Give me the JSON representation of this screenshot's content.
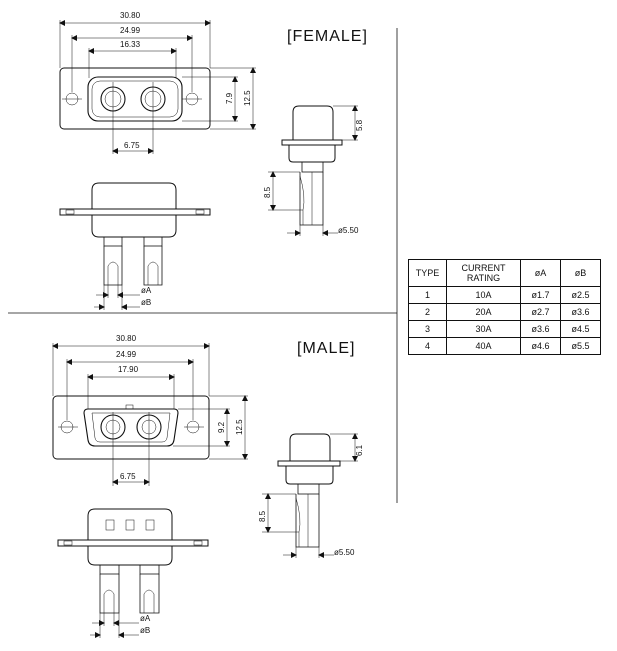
{
  "female": {
    "label": "[FEMALE]",
    "dims": {
      "overall": "30.80",
      "holes": "24.99",
      "body": "16.33",
      "pitch": "6.75",
      "body_h": "7.9",
      "flange_h": "12.5",
      "side_h": "5.8",
      "pin_len": "8.5",
      "pin_dia": "ø5.50",
      "a": "øA",
      "b": "øB"
    }
  },
  "male": {
    "label": "[MALE]",
    "dims": {
      "overall": "30.80",
      "holes": "24.99",
      "body": "17.90",
      "pitch": "6.75",
      "body_h": "9.2",
      "flange_h": "12.5",
      "side_h": "6.1",
      "pin_len": "8.5",
      "pin_dia": "ø5.50",
      "a": "øA",
      "b": "øB"
    }
  },
  "table": {
    "headers": [
      "TYPE",
      "CURRENT RATING",
      "øA",
      "øB"
    ],
    "rows": [
      [
        "1",
        "10A",
        "ø1.7",
        "ø2.5"
      ],
      [
        "2",
        "20A",
        "ø2.7",
        "ø3.6"
      ],
      [
        "3",
        "30A",
        "ø3.6",
        "ø4.5"
      ],
      [
        "4",
        "40A",
        "ø4.6",
        "ø5.5"
      ]
    ]
  }
}
